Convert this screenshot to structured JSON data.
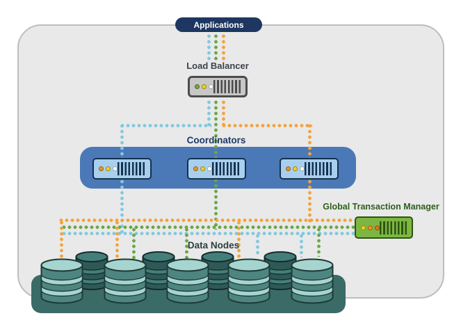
{
  "colors": {
    "cyan": "#82c8e0",
    "green": "#69a847",
    "orange": "#f2a43c",
    "navy": "#1e3761",
    "coordinator_box_blue": "#4b79b7",
    "coordinator_server_blue": "#a9cfef",
    "load_balancer_gray": "#c7c7c7",
    "gtm_green": "#7db742",
    "platform_teal": "#3a6b67",
    "canvas_gray": "#e9e9e9",
    "cyl_front_light": "#a6d4ce",
    "cyl_front_dark": "#4e8581",
    "cyl_back_light": "#447e7a",
    "cyl_back_dark": "#2e5957",
    "label_dark": "#3d424d",
    "label_navy": "#1d3966",
    "label_green": "#2d5f1d",
    "label_teal": "#2c3e3e"
  },
  "nodes": {
    "applications": {
      "label": "Applications"
    },
    "load_balancer": {
      "label": "Load Balancer",
      "leds": [
        "green",
        "yellow",
        "white"
      ]
    },
    "coordinators": {
      "label": "Coordinators",
      "server_count": 3,
      "leds": [
        "orange",
        "yellow",
        "white"
      ]
    },
    "global_transaction_manager": {
      "label": "Global Transaction Manager",
      "leds": [
        "yellow",
        "orange",
        "deep-orange"
      ]
    },
    "data_nodes": {
      "label": "Data Nodes",
      "front_cylinder_count": 5,
      "back_cylinder_count": 4
    }
  },
  "connections": [
    {
      "from": "Applications",
      "to": "Load Balancer",
      "lines": [
        "cyan",
        "green",
        "orange"
      ]
    },
    {
      "from": "Load Balancer",
      "to": "Coordinator 1",
      "lines": [
        "cyan"
      ]
    },
    {
      "from": "Load Balancer",
      "to": "Coordinator 2",
      "lines": [
        "green"
      ]
    },
    {
      "from": "Load Balancer",
      "to": "Coordinator 3",
      "lines": [
        "orange"
      ]
    },
    {
      "from": "Coordinators",
      "to": "Global Transaction Manager",
      "lines": [
        "cyan",
        "green",
        "orange"
      ]
    },
    {
      "from": "Coordinators",
      "to": "Data Nodes",
      "lines": [
        "cyan",
        "green",
        "orange"
      ]
    }
  ]
}
